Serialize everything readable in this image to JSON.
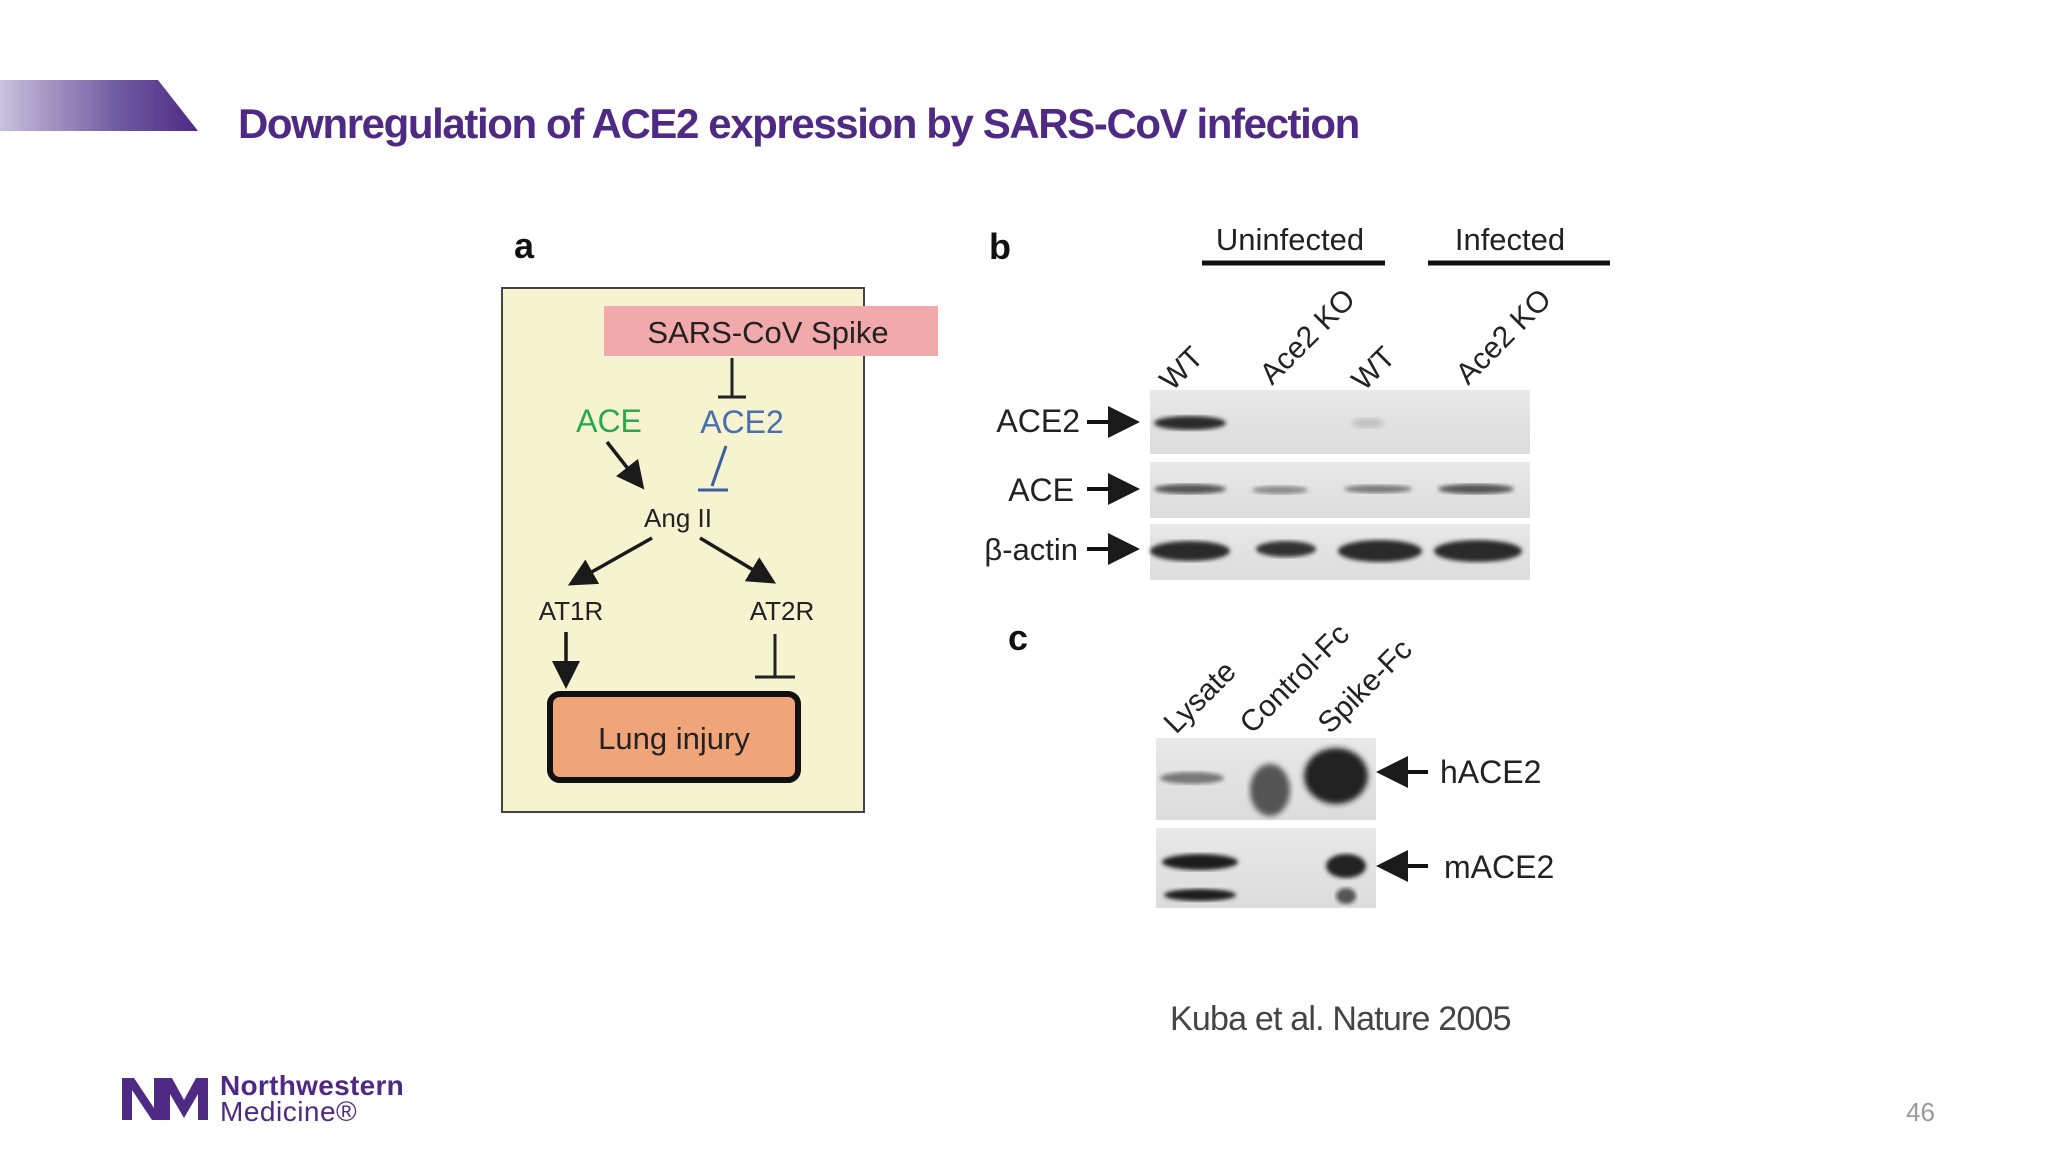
{
  "slide": {
    "title": "Downregulation of ACE2 expression by SARS-CoV infection",
    "citation": "Kuba et al. Nature 2005",
    "page_number": "46"
  },
  "logo": {
    "name": "Northwestern",
    "sub": "Medicine®"
  },
  "panel_a": {
    "label": "a",
    "spike": "SARS-CoV Spike",
    "ace": "ACE",
    "ace2": "ACE2",
    "ang": "Ang II",
    "at1r": "AT1R",
    "at2r": "AT2R",
    "injury": "Lung injury",
    "colors": {
      "ace": "#2aa84a",
      "ace2": "#4a6fb0",
      "spike_bg": "#f2a9ab",
      "box_bg": "#f6f3d0",
      "injury_bg": "#f0a47a"
    }
  },
  "panel_b": {
    "label": "b",
    "group1": "Uninfected",
    "group2": "Infected",
    "lanes": [
      "WT",
      "Ace2 KO",
      "WT",
      "Ace2 KO"
    ],
    "rows": [
      "ACE2",
      "ACE",
      "β-actin"
    ]
  },
  "panel_c": {
    "label": "c",
    "lanes": [
      "Lysate",
      "Control-Fc",
      "Spike-Fc"
    ],
    "rows": [
      "hACE2",
      "mACE2"
    ]
  }
}
